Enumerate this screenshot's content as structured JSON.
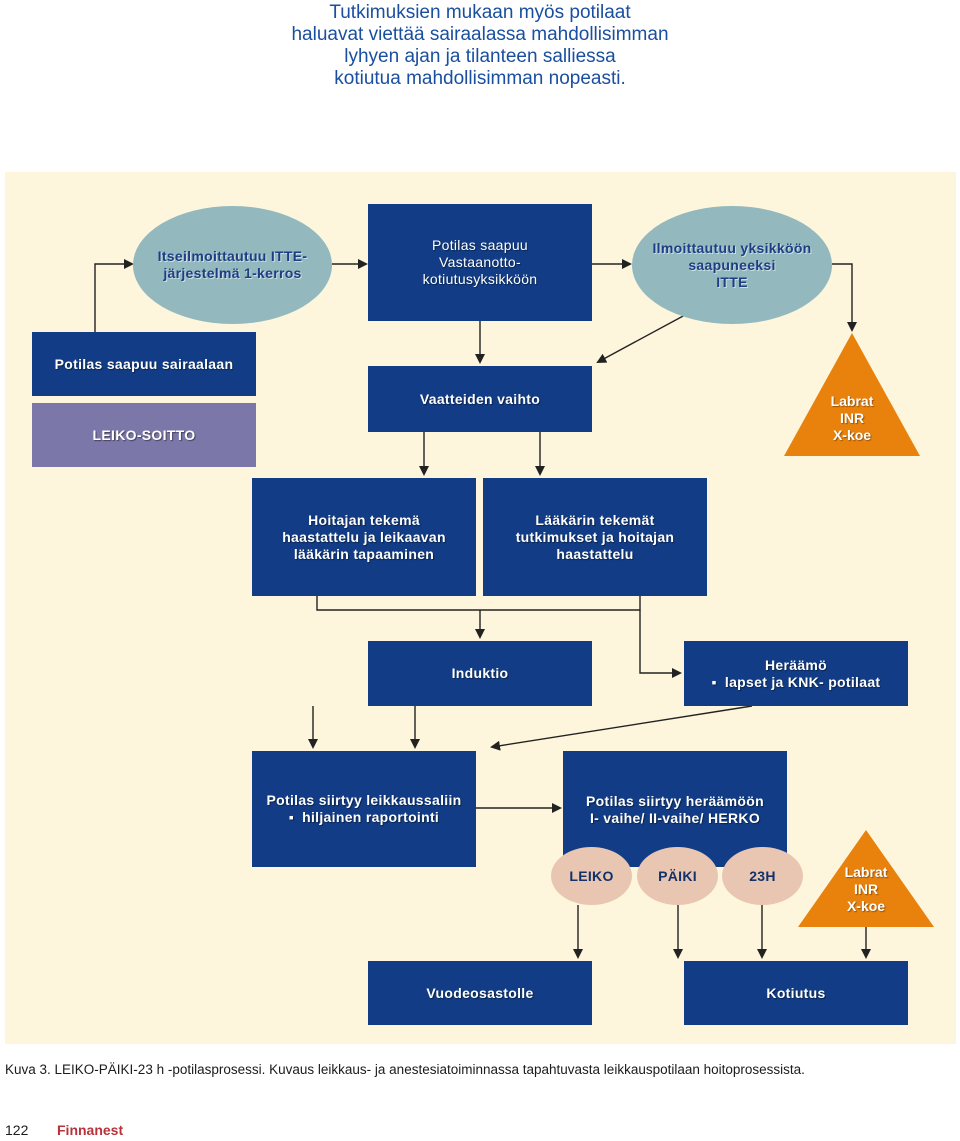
{
  "intro_lines": [
    "Tutkimuksien mukaan myös potilaat",
    "haluavat viettää sairaalassa mahdollisimman",
    "lyhyen ajan ja tilanteen salliessa",
    "kotiutua mahdollisimman nopeasti."
  ],
  "colors": {
    "panel": "#fdf6dc",
    "box": "#123d86",
    "ellipse": "#93b9be",
    "purple_box": "#7b77a8",
    "orange_triangle": "#e8820d",
    "circle": "#e9c6b2",
    "title_text": "#1a4fa0",
    "brand": "#b7333a"
  },
  "nodes": {
    "itse": [
      "Itseilmoittautuu ITTE-",
      "järjestelmä 1-kerros"
    ],
    "potilas_saapuu": [
      "Potilas saapuu",
      "Vastaanotto-",
      "kotiutusyksikköön"
    ],
    "ilmoittautuu": [
      "Ilmoittautuu yksikköön",
      "saapuneeksi",
      "ITTE"
    ],
    "sairaalaan": "Potilas saapuu sairaalaan",
    "leiko_soitto": "LEIKO-SOITTO",
    "vaatteiden": "Vaatteiden vaihto",
    "labrat1": [
      "Labrat",
      "INR",
      "X-koe"
    ],
    "hoitajan": [
      "Hoitajan tekemä",
      "haastattelu  ja leikaavan",
      "lääkärin tapaaminen"
    ],
    "laakarin": [
      "Lääkärin tekemät",
      "tutkimukset ja hoitajan",
      "haastattelu"
    ],
    "induktio": "Induktio",
    "heraamo_title": "Heräämö",
    "heraamo_item": "lapset ja KNK- potilaat",
    "leikkaussaliin_title": "Potilas siirtyy leikkaussaliin",
    "leikkaussaliin_item": "hiljainen raportointi",
    "heraamoon": [
      "Potilas siirtyy heräämöön",
      "I- vaihe/  II-vaihe/ HERKO"
    ],
    "leiko": "LEIKO",
    "paiki": "PÄIKI",
    "h23": "23H",
    "labrat2": [
      "Labrat",
      "INR",
      "X-koe"
    ],
    "vuodeosastolle": "Vuodeosastolle",
    "kotiutus": "Kotiutus"
  },
  "caption": "Kuva 3. LEIKO-PÄIKI-23 h -potilasprosessi. Kuvaus leikkaus- ja anestesiatoiminnassa tapahtuvasta leikkauspotilaan hoitoprosessista.",
  "page_number": "122",
  "brand": "Finnanest"
}
